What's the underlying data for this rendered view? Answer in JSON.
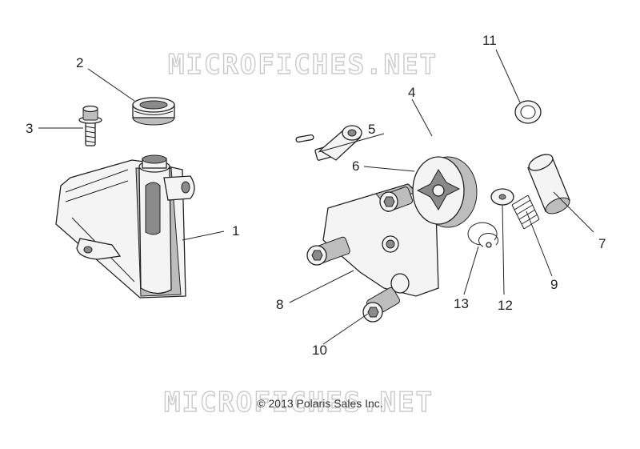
{
  "watermarks": [
    "MICROFICHES.NET",
    "MICROFICHES.NET"
  ],
  "copyright": "© 2013 Polaris Sales Inc.",
  "callouts": [
    "1",
    "2",
    "3",
    "4",
    "5",
    "6",
    "7",
    "8",
    "9",
    "10",
    "11",
    "12",
    "13"
  ],
  "parts": {
    "p1": "tank-reservoir",
    "p2": "plug-cap",
    "p3": "flange-bolt",
    "p4": "pin",
    "p5": "key",
    "p6": "rotor-gear",
    "p7": "relief-valve-cap",
    "p8": "pump-housing",
    "p9": "spring",
    "p10": "socket-screw",
    "p11": "washer",
    "p12": "washer-small",
    "p13": "snap-ring"
  }
}
